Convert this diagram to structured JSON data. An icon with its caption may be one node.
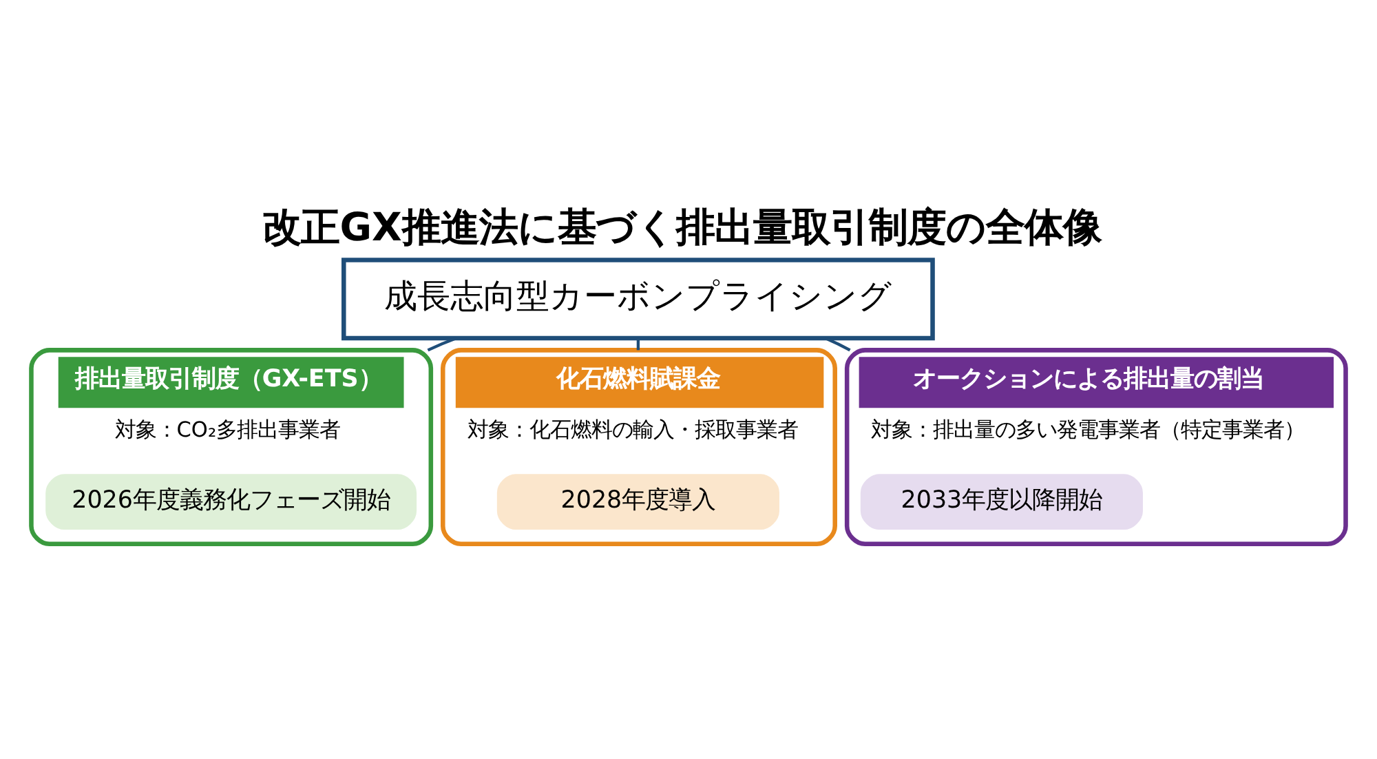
{
  "diagram": {
    "title": "改正GX推進法に基づく排出量取引制度の全体像",
    "nodes": [
      {
        "text": [
          "成長志向型カーボンプライシング"
        ]
      },
      {
        "text": [
          "排出量取引制度（GX-ETS）",
          "対象：CO₂多排出事業者"
        ]
      },
      {
        "text": [
          "2026年度義務化フェーズ開始"
        ],
        "in": 1
      },
      {
        "text": [
          "化石燃料賦課金",
          "対象：化石燃料の輸入・採取事業者"
        ]
      },
      {
        "text": [
          "2028年度導入"
        ],
        "in": 3
      },
      {
        "text": [
          "オークションによる排出量の割当",
          "対象：排出量の多い発電事業者（特定事業者）"
        ]
      },
      {
        "text": [
          "2033年度以降開始"
        ],
        "in": 5
      }
    ],
    "edges": [
      {
        "from": 0,
        "to": 1,
        "arrow": "none"
      },
      {
        "from": 0,
        "to": 3,
        "arrow": "none"
      },
      {
        "from": 0,
        "to": 5,
        "arrow": "none"
      }
    ]
  }
}
